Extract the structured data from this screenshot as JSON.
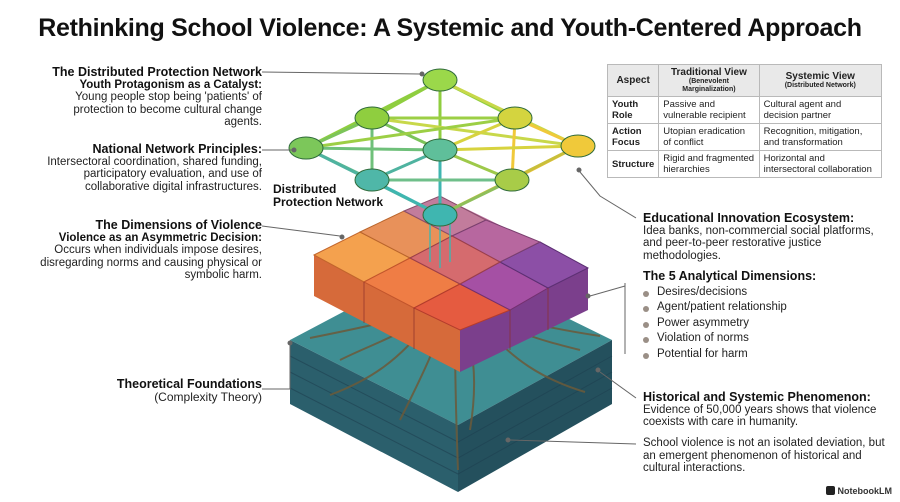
{
  "title": "Rethinking School Violence: A Systemic and Youth-Centered Approach",
  "left": {
    "distributed": {
      "heading": "The Distributed Protection Network",
      "subheading": "Youth Protagonism as a Catalyst:",
      "text": "Young people stop being 'patients' of protection to become cultural change agents."
    },
    "national": {
      "heading": "National Network Principles:",
      "text": "Intersectoral coordination, shared funding, participatory evaluation, and use of collaborative digital infrastructures."
    },
    "dimensions": {
      "heading": "The Dimensions of Violence",
      "subheading": "Violence as an Asymmetric Decision:",
      "text": "Occurs when individuals impose desires, disregarding norms and causing physical or symbolic harm."
    },
    "theoretical": {
      "heading": "Theoretical Foundations",
      "text": "(Complexity Theory)"
    }
  },
  "center": {
    "network_label": "Distributed Protection Network"
  },
  "table": {
    "headers": [
      {
        "title": "Aspect",
        "sub": ""
      },
      {
        "title": "Traditional View",
        "sub": "(Benevolent Marginalization)"
      },
      {
        "title": "Systemic View",
        "sub": "(Distributed Network)"
      }
    ],
    "rows": [
      {
        "aspect": "Youth Role",
        "traditional": "Passive and vulnerable recipient",
        "systemic": "Cultural agent and decision partner"
      },
      {
        "aspect": "Action Focus",
        "traditional": "Utopian eradication of conflict",
        "systemic": "Recognition, mitigation, and transformation"
      },
      {
        "aspect": "Structure",
        "traditional": "Rigid and fragmented hierarchies",
        "systemic": "Horizontal and intersectoral collaboration"
      }
    ]
  },
  "right": {
    "ecosystem": {
      "heading": "Educational Innovation Ecosystem:",
      "text": "Idea banks, non-commercial social platforms, and peer-to-peer restorative justice methodologies."
    },
    "analytical": {
      "heading": "The 5 Analytical Dimensions:",
      "items": [
        "Desires/decisions",
        "Agent/patient relationship",
        "Power asymmetry",
        "Violation of norms",
        "Potential for harm"
      ]
    },
    "historical": {
      "heading": "Historical and Systemic Phenomenon:",
      "text": "Evidence of 50,000 years shows that violence coexists with care in humanity."
    },
    "emergent": {
      "text": "School violence is not an isolated deviation, but an emergent phenomenon of historical and cultural interactions."
    }
  },
  "footer": {
    "brand": "NotebookLM"
  },
  "colors": {
    "network_green": "#8fce3f",
    "network_yellow": "#f0c93a",
    "network_teal": "#3fb6b0",
    "box_orange": "#f08a3c",
    "box_red": "#e2543e",
    "box_purple": "#8a4fa2",
    "base_teal": "#2f6f7a"
  }
}
